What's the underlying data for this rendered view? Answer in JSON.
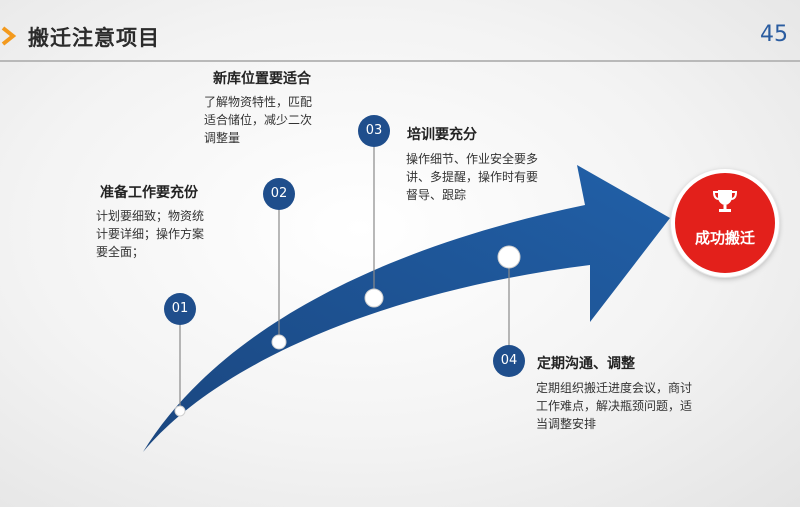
{
  "header": {
    "title": "搬迁注意项目",
    "page_number": "45"
  },
  "steps": [
    {
      "num": "01",
      "title": "准备工作要充份",
      "desc": [
        "计划要细致；物资统",
        "计要详细；操作方案",
        "要全面；"
      ]
    },
    {
      "num": "02",
      "title": "新库位置要适合",
      "desc": [
        "了解物资特性，匹配",
        "适合储位，减少二次",
        "调整量"
      ]
    },
    {
      "num": "03",
      "title": "培训要充分",
      "desc": [
        "操作细节、作业安全要多",
        "讲、多提醒，操作时有要",
        "督导、跟踪"
      ]
    },
    {
      "num": "04",
      "title": "定期沟通、调整",
      "desc": [
        "定期组织搬迁进度会议，商讨",
        "工作难点，解决瓶颈问题，适",
        "当调整安排"
      ]
    }
  ],
  "goal": {
    "label": "成功搬迁",
    "icon": "trophy-icon"
  },
  "colors": {
    "arrow": "#1f4e8c",
    "goal": "#e3201b",
    "accent": "#f39a1e"
  }
}
